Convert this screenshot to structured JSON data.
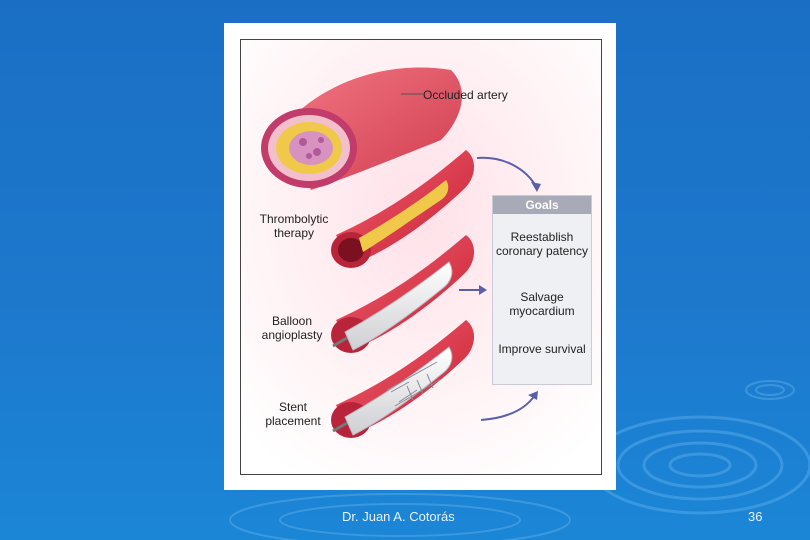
{
  "figure": {
    "occluded_label": "Occluded artery",
    "thrombolytic_label": "Thrombolytic therapy",
    "balloon_label": "Balloon angioplasty",
    "stent_label": "Stent placement",
    "goals": {
      "header": "Goals",
      "items": [
        "Reestablish coronary patency",
        "Salvage myocardium",
        "Improve survival"
      ]
    }
  },
  "footer": {
    "author": "Dr.  Juan A. Cotorás",
    "page_number": "36"
  },
  "colors": {
    "background": "#1d78cc",
    "artery_red": "#d8283a",
    "plaque_yellow": "#f1c94a",
    "arrow": "#5b5fa8"
  }
}
